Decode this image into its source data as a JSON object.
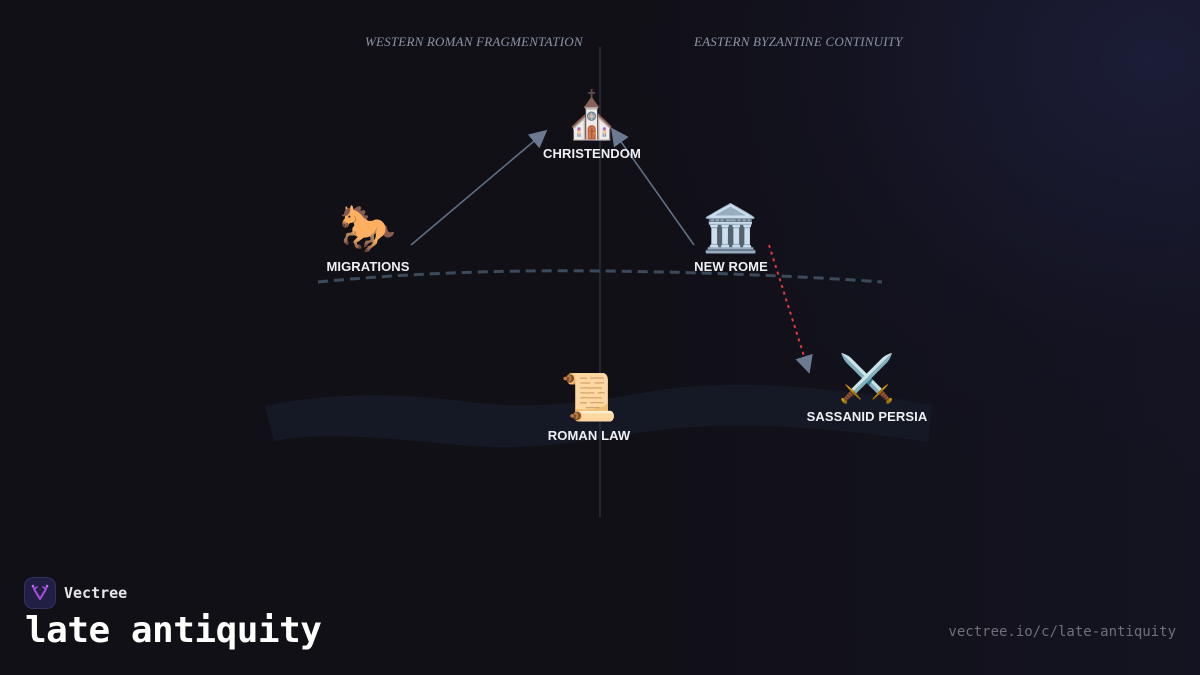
{
  "diagram": {
    "zones": {
      "west": "WESTERN ROMAN FRAGMENTATION",
      "east": "EASTERN BYZANTINE CONTINUITY"
    },
    "nodes": [
      {
        "id": "christendom",
        "label": "CHRISTENDOM",
        "icon": "⛪",
        "icon_name": "church-icon"
      },
      {
        "id": "migrations",
        "label": "MIGRATIONS",
        "icon": "🐎",
        "icon_name": "horse-icon"
      },
      {
        "id": "new-rome",
        "label": "NEW ROME",
        "icon": "🏛️",
        "icon_name": "classical-building-icon"
      },
      {
        "id": "sassanid-persia",
        "label": "SASSANID PERSIA",
        "icon": "⚔️",
        "icon_name": "crossed-swords-icon"
      },
      {
        "id": "roman-law",
        "label": "ROMAN LAW",
        "icon": "📜",
        "icon_name": "scroll-icon"
      }
    ],
    "edges": [
      {
        "from": "migrations",
        "to": "christendom",
        "style": "solid"
      },
      {
        "from": "new-rome",
        "to": "christendom",
        "style": "solid"
      },
      {
        "from": "new-rome",
        "to": "sassanid-persia",
        "style": "dotted-red"
      }
    ],
    "colors": {
      "background": "#111017",
      "edge": "#5f6f85",
      "conflict_edge": "#e0393e",
      "divider": "#2a3344",
      "boundary_dash": "#3d4a5c",
      "band": "#161a26",
      "label": "#eef0f4",
      "zone_label": "#8a93a6"
    }
  },
  "footer": {
    "brand": "Vectree",
    "title": "late antiquity",
    "url": "vectree.io/c/late-antiquity"
  }
}
